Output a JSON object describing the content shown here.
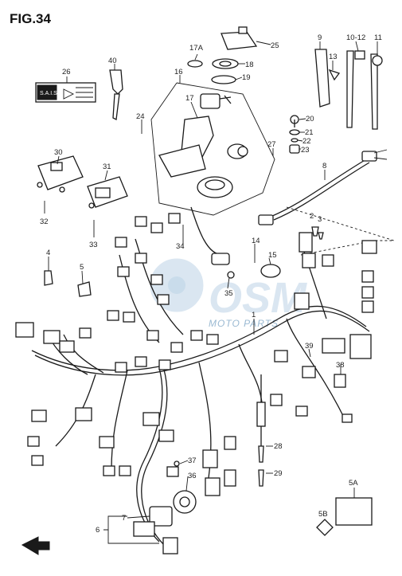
{
  "figure": {
    "title": "FIG.34"
  },
  "watermark": {
    "brand": "OSM",
    "tagline": "MOTO PARTS"
  },
  "label_plate": {
    "title": "S.A.I.S."
  },
  "callouts": [
    {
      "id": "c25",
      "text": "25"
    },
    {
      "id": "c17a",
      "text": "17A"
    },
    {
      "id": "c18",
      "text": "18"
    },
    {
      "id": "c19",
      "text": "19"
    },
    {
      "id": "c26",
      "text": "26"
    },
    {
      "id": "c40",
      "text": "40"
    },
    {
      "id": "c16",
      "text": "16"
    },
    {
      "id": "c17",
      "text": "17"
    },
    {
      "id": "c24",
      "text": "24"
    },
    {
      "id": "c27",
      "text": "27"
    },
    {
      "id": "c9",
      "text": "9"
    },
    {
      "id": "c10-12",
      "text": "10-12"
    },
    {
      "id": "c11",
      "text": "11"
    },
    {
      "id": "c13",
      "text": "13"
    },
    {
      "id": "c20",
      "text": "20"
    },
    {
      "id": "c21",
      "text": "21"
    },
    {
      "id": "c22",
      "text": "22"
    },
    {
      "id": "c23",
      "text": "23"
    },
    {
      "id": "c30",
      "text": "30"
    },
    {
      "id": "c31",
      "text": "31"
    },
    {
      "id": "c32",
      "text": "32"
    },
    {
      "id": "c33",
      "text": "33"
    },
    {
      "id": "c8",
      "text": "8"
    },
    {
      "id": "c2",
      "text": "2"
    },
    {
      "id": "c3",
      "text": "3"
    },
    {
      "id": "c4",
      "text": "4"
    },
    {
      "id": "c5",
      "text": "5"
    },
    {
      "id": "c34",
      "text": "34"
    },
    {
      "id": "c14",
      "text": "14"
    },
    {
      "id": "c15",
      "text": "15"
    },
    {
      "id": "c35",
      "text": "35"
    },
    {
      "id": "c1",
      "text": "1"
    },
    {
      "id": "c39",
      "text": "39"
    },
    {
      "id": "c38",
      "text": "38"
    },
    {
      "id": "c28",
      "text": "28"
    },
    {
      "id": "c29",
      "text": "29"
    },
    {
      "id": "c37",
      "text": "37"
    },
    {
      "id": "c36",
      "text": "36"
    },
    {
      "id": "c7",
      "text": "7"
    },
    {
      "id": "c6",
      "text": "6"
    },
    {
      "id": "c5a",
      "text": "5A"
    },
    {
      "id": "c5b",
      "text": "5B"
    }
  ],
  "icons": {
    "front_arrow": "front-arrow-icon"
  }
}
